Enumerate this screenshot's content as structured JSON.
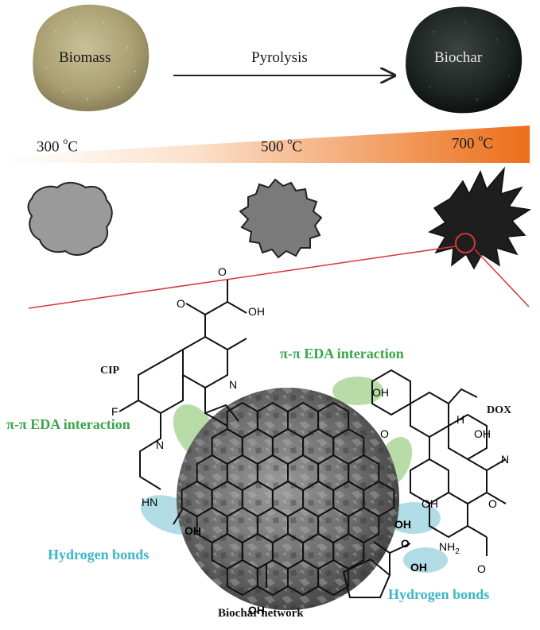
{
  "top": {
    "left_label": "Biomass",
    "process_label": "Pyrolysis",
    "right_label": "Biochar"
  },
  "temperatures": [
    {
      "value": "300",
      "unit": "C",
      "degree": "o"
    },
    {
      "value": "500",
      "unit": "C",
      "degree": "o"
    },
    {
      "value": "700",
      "unit": "C",
      "degree": "o"
    }
  ],
  "molecules": {
    "left": "CIP",
    "right": "DOX"
  },
  "interactions": {
    "pi_left": "π-π EDA interaction",
    "pi_right": "π-π EDA interaction",
    "hb_left": "Hydrogen bonds",
    "hb_right": "Hydrogen bonds"
  },
  "groups": {
    "oh": "OH",
    "o": "O",
    "f": "F",
    "n": "N",
    "hn": "HN",
    "h": "H",
    "nh2": "NH",
    "nh2_sub": "2"
  },
  "caption": "Biochar network",
  "colors": {
    "gradient_start": "#ffffff",
    "gradient_end": "#ec6e1a",
    "green_highlight": "#9fd08a",
    "cyan_highlight": "#9fd3df",
    "zoom_line": "#d8343a"
  }
}
